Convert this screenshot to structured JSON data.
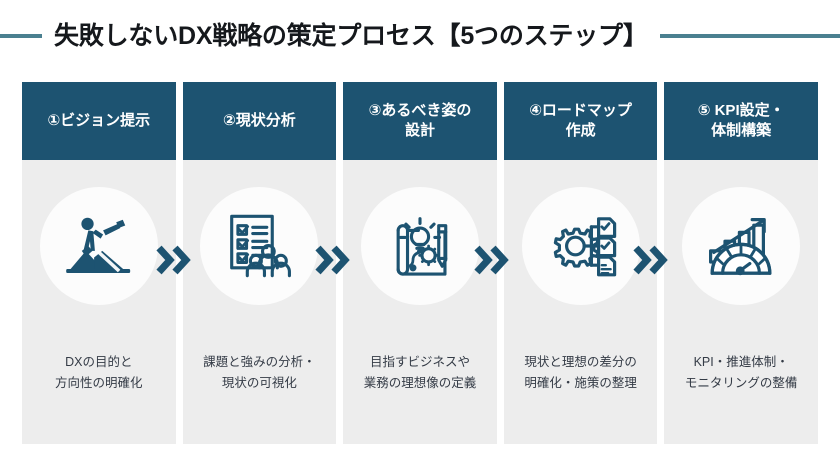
{
  "title": "失敗しないDX戦略の策定プロセス【5つのステップ】",
  "colors": {
    "header_box": "#1d5371",
    "column_bg": "#ededed",
    "rule": "#4a8090",
    "icon": "#1d5371",
    "caption_text": "#343b46",
    "title_text": "#15181c",
    "circle_bg": "#fcfcfc"
  },
  "steps": [
    {
      "number": "①",
      "header": "①ビジョン提示",
      "caption": "DXの目的と\n方向性の明確化",
      "icon": "telescope-mountain-icon"
    },
    {
      "number": "②",
      "header": "②現状分析",
      "caption": "課題と強みの分析・\n現状の可視化",
      "icon": "checklist-people-icon"
    },
    {
      "number": "③",
      "header": "③あるべき姿の\n設計",
      "caption": "目指すビジネスや\n業務の理想像の定義",
      "icon": "blueprint-lightbulb-icon"
    },
    {
      "number": "④",
      "header": "④ロードマップ\n作成",
      "caption": "現状と理想の差分の\n明確化・施策の整理",
      "icon": "gear-documents-icon"
    },
    {
      "number": "⑤",
      "header": "⑤ KPI設定・\n体制構築",
      "caption": "KPI・推進体制・\nモニタリングの整備",
      "icon": "bar-chart-gauge-icon"
    }
  ],
  "separators": [
    {
      "icon": "double-chevron-right-icon"
    },
    {
      "icon": "double-chevron-right-icon"
    },
    {
      "icon": "double-chevron-right-icon"
    },
    {
      "icon": "double-chevron-right-icon"
    }
  ]
}
